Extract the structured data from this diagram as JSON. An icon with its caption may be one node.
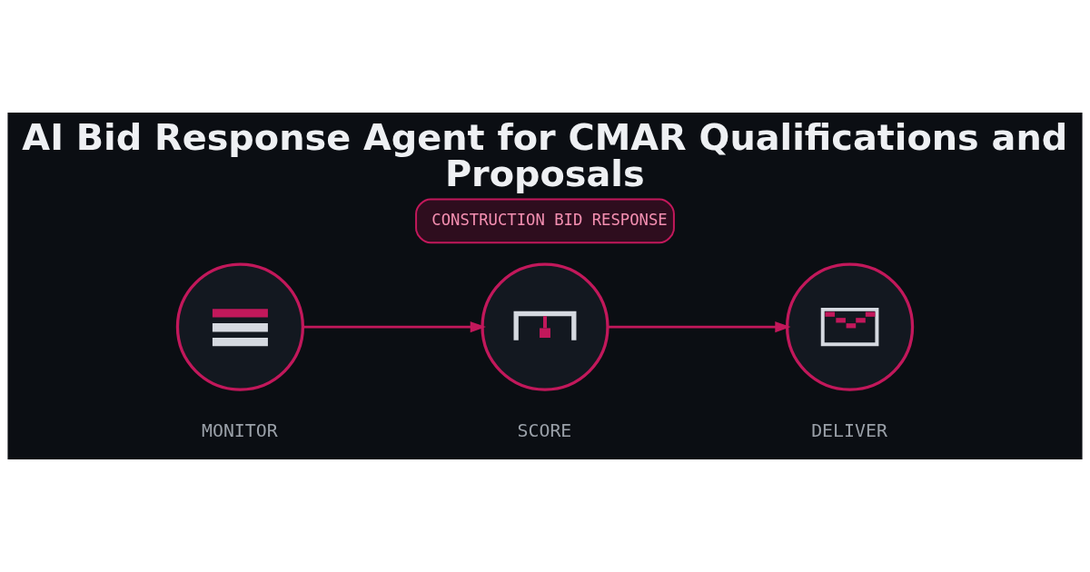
{
  "diagram": {
    "title": "AI Bid Response Agent for CMAR Qualifications and Proposals",
    "nodes": [
      {
        "text": [
          "CONSTRUCTION BID RESPONSE"
        ]
      },
      {
        "text": [],
        "shape": "circle",
        "beside": [
          "MONITOR"
        ]
      },
      {
        "text": [],
        "shape": "circle",
        "beside": [
          "SCORE"
        ]
      },
      {
        "text": [],
        "shape": "circle",
        "beside": [
          "DELIVER"
        ]
      }
    ],
    "edges": [
      {
        "from": 1,
        "to": 2,
        "arrow": "to"
      },
      {
        "from": 2,
        "to": 3,
        "arrow": "to"
      }
    ]
  }
}
